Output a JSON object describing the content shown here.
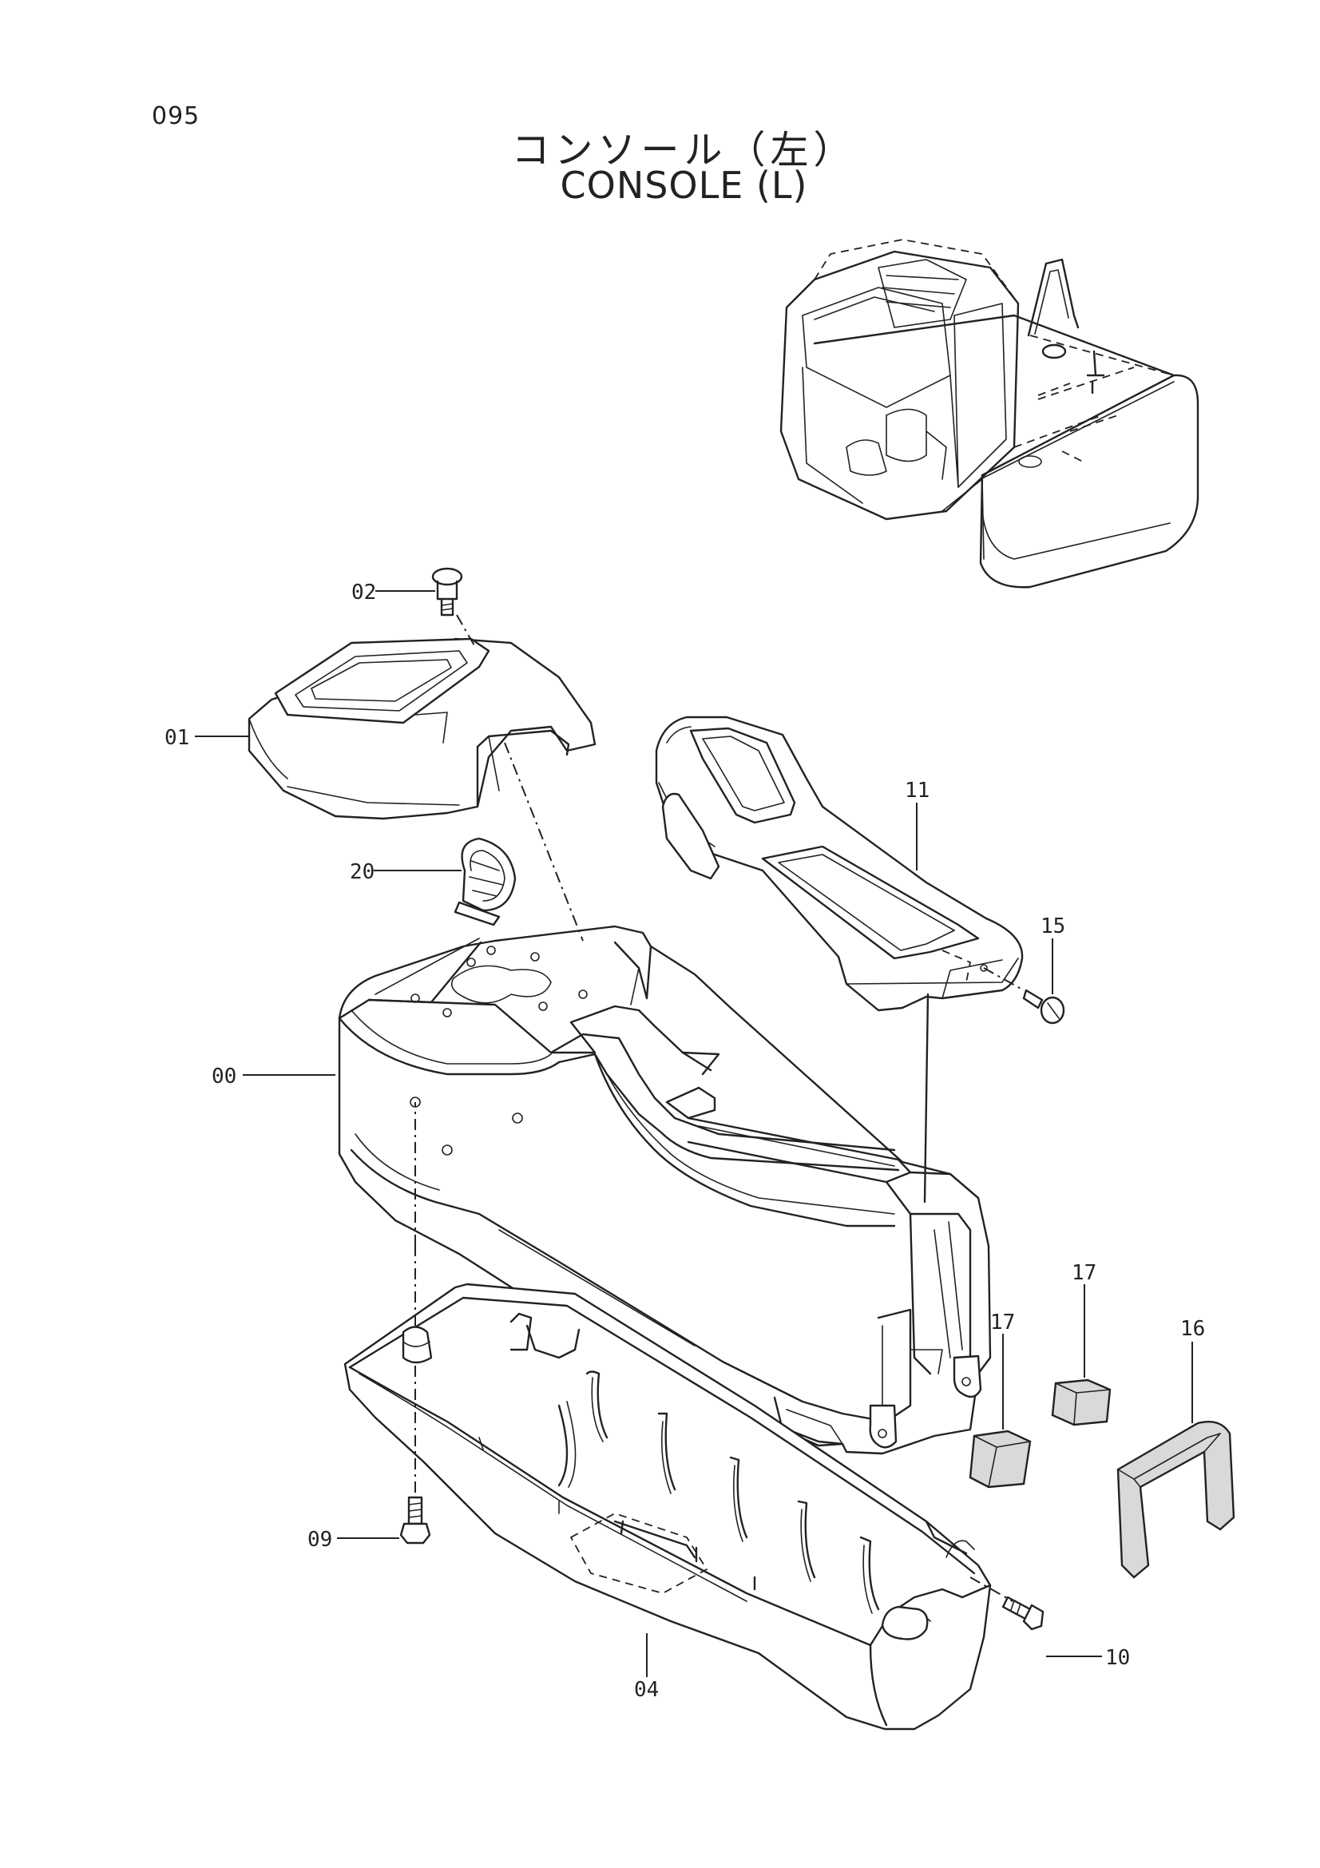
{
  "page_number": "095",
  "title_jp": "コンソール（左）",
  "title_en": "CONSOLE (L)",
  "callouts": [
    "02",
    "01",
    "20",
    "11",
    "15",
    "00",
    "17",
    "17",
    "16",
    "09",
    "04",
    "10"
  ],
  "colors": {
    "line": "#222222",
    "paper": "#ffffff",
    "foam": "#d9d9d9"
  }
}
